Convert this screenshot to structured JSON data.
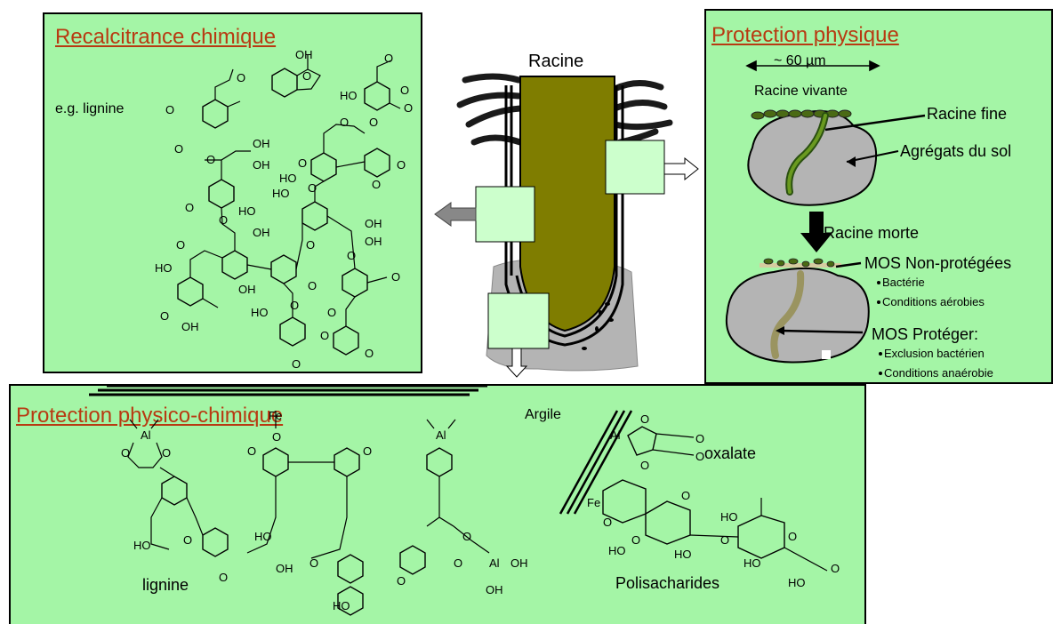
{
  "panels": {
    "chemical": {
      "title": "Recalcitrance chimique",
      "example": "e.g. lignine"
    },
    "physical": {
      "title": "Protection physique",
      "scale": "~ 60 µm",
      "living_root": "Racine vivante",
      "fine_root": "Racine fine",
      "aggregates": "Agrégats du sol",
      "dead_root": "Racine morte",
      "unprotected": "MOS Non-protégées",
      "unprotected_items": [
        "Bactérie",
        "Conditions aérobies"
      ],
      "protected": "MOS Protéger:",
      "protected_items": [
        "Exclusion bactérien",
        "Conditions anaérobie"
      ]
    },
    "physicochemical": {
      "title": "Protection physico-chimique",
      "clay": "Argile",
      "oxalate": "oxalate",
      "lignin": "lignine",
      "polysaccharides": "Polisacharides"
    }
  },
  "center": {
    "root_label": "Racine"
  },
  "atoms": {
    "O": "O",
    "OH": "OH",
    "HO": "HO",
    "Al": "Al",
    "Fe": "Fe",
    "dash": "—"
  },
  "colors": {
    "panel_bg": "#a4f5a6",
    "title": "#b83a12",
    "root": "#7f7d00",
    "box": "#ccffcc",
    "aggregate": "#b4b4b4"
  }
}
